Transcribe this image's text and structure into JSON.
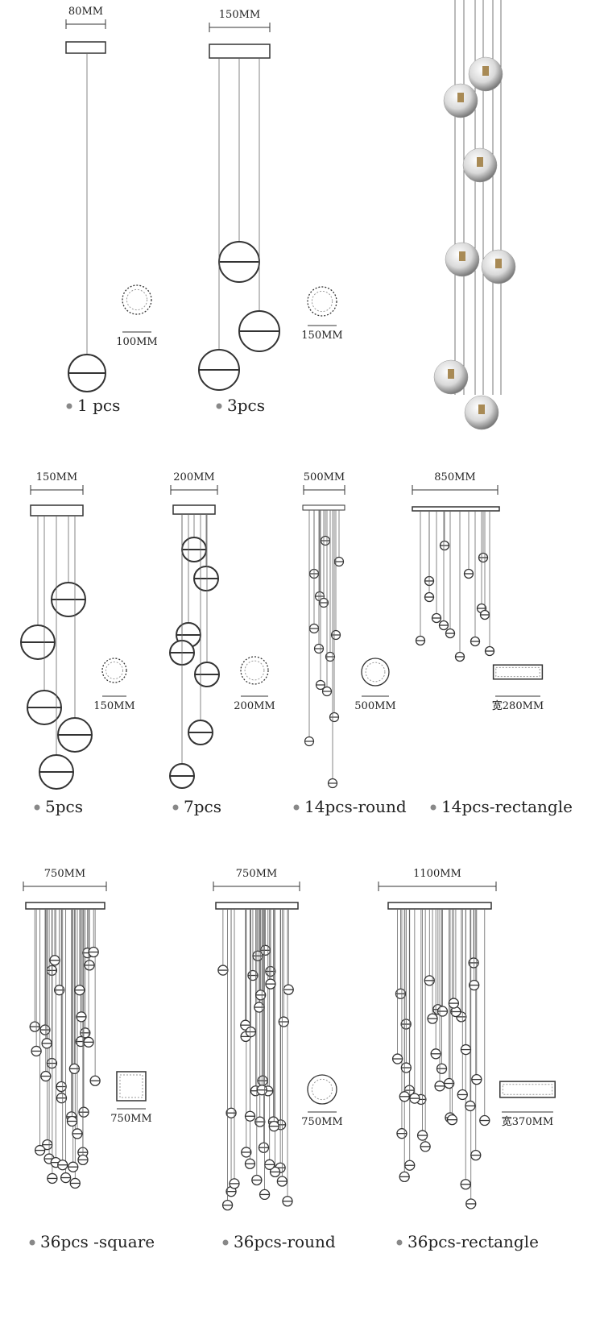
{
  "fixtures": [
    {
      "label": "1 pcs",
      "width_dim": "80MM",
      "canopy_dim": "100MM"
    },
    {
      "label": "3pcs",
      "width_dim": "150MM",
      "canopy_dim": "150MM"
    },
    {
      "label": "5pcs",
      "width_dim": "150MM",
      "canopy_dim": "150MM"
    },
    {
      "label": "7pcs",
      "width_dim": "200MM",
      "canopy_dim": "200MM"
    },
    {
      "label": "14pcs-round",
      "width_dim": "500MM",
      "canopy_dim": "500MM"
    },
    {
      "label": "14pcs-rectangle",
      "width_dim": "850MM",
      "canopy_dim": "宽280MM"
    },
    {
      "label": "36pcs -square",
      "width_dim": "750MM",
      "canopy_dim": "750MM"
    },
    {
      "label": "36pcs-round",
      "width_dim": "750MM",
      "canopy_dim": "750MM"
    },
    {
      "label": "36pcs-rectangle",
      "width_dim": "1100MM",
      "canopy_dim": "宽370MM"
    }
  ],
  "colors": {
    "line": "#333333",
    "dot": "#888888",
    "glass": "#d8d8d8",
    "brass": "#a88a55"
  }
}
